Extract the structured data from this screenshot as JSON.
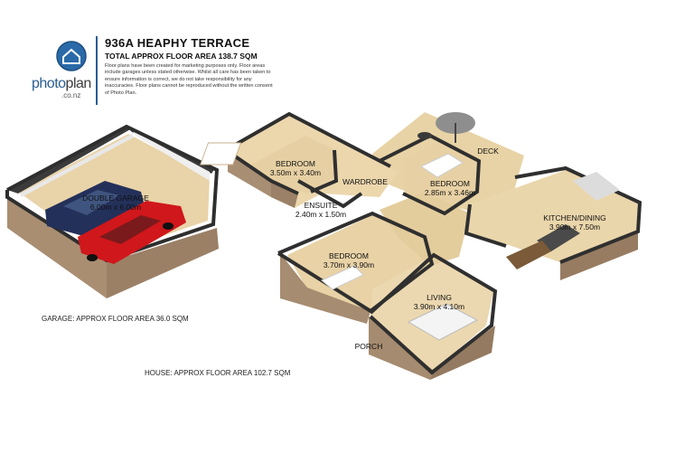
{
  "brand": {
    "name_part1": "photo",
    "name_part2": "plan",
    "domain": ".co.nz",
    "color_primary": "#2a5d8f"
  },
  "header": {
    "title": "936A HEAPHY TERRACE",
    "subtitle": "TOTAL APPROX FLOOR AREA 138.7 SQM",
    "disclaimer": "Floor plans have been created for marketing purposes only. Floor areas include garages unless stated otherwise. Whilst all care has been taken to ensure information is correct, we do not take responsibility for any inaccuracies. Floor plans cannot be reproduced without the written consent of Photo Plan."
  },
  "rooms": {
    "garage": {
      "name": "DOUBLE GARAGE",
      "dims": "6.00m x 6.00m"
    },
    "bedroom1": {
      "name": "BEDROOM",
      "dims": "3.50m x 3.40m"
    },
    "wardrobe": {
      "name": "WARDROBE"
    },
    "bedroom2": {
      "name": "BEDROOM",
      "dims": "2.85m x 3.46m"
    },
    "deck": {
      "name": "DECK"
    },
    "ensuite": {
      "name": "ENSUITE",
      "dims": "2.40m x 1.50m"
    },
    "kitchen": {
      "name": "KITCHEN/DINING",
      "dims": "3.90m x 7.50m"
    },
    "bedroom3": {
      "name": "BEDROOM",
      "dims": "3.70m x 3.90m"
    },
    "living": {
      "name": "LIVING",
      "dims": "3.90m x 4.10m"
    },
    "porch": {
      "name": "PORCH"
    }
  },
  "areas": {
    "garage": "GARAGE: APPROX FLOOR AREA 36.0 SQM",
    "house": "HOUSE: APPROX FLOOR AREA 102.7 SQM"
  }
}
